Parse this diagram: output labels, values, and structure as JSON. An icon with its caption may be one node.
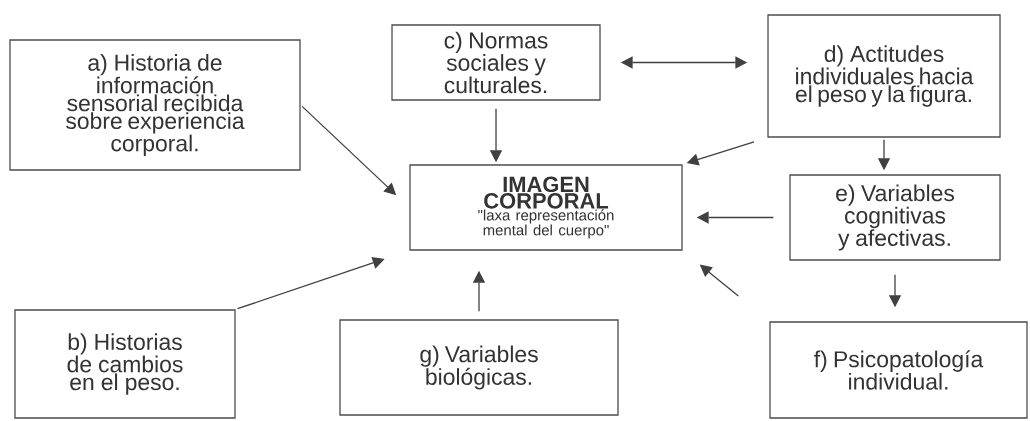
{
  "diagram": {
    "nodes": [
      {
        "text": [
          "a) Historia de información sensorial recibida sobre experiencia corporal."
        ]
      },
      {
        "text": [
          "c) Normas sociales y culturales."
        ]
      },
      {
        "text": [
          "d) Actitudes individuales hacia el peso y la figura."
        ]
      },
      {
        "text": [
          "IMAGEN CORPORAL",
          "\"laxa representación mental del cuerpo\""
        ]
      },
      {
        "text": [
          "e) Variables cognitivas y afectivas."
        ]
      },
      {
        "text": [
          "b) Historias de cambios en el peso."
        ]
      },
      {
        "text": [
          "g) Variables biológicas."
        ]
      },
      {
        "text": [
          "f) Psicopatología individual."
        ]
      }
    ],
    "edges": [
      {
        "from": 0,
        "to": 3,
        "arrow": "to"
      },
      {
        "from": 1,
        "to": 3,
        "arrow": "to"
      },
      {
        "from": 2,
        "to": 3,
        "arrow": "to"
      },
      {
        "from": 2,
        "to": 4,
        "arrow": "to"
      },
      {
        "from": 4,
        "to": 3,
        "arrow": "to"
      },
      {
        "from": 4,
        "to": 7,
        "arrow": "to"
      },
      {
        "from": 5,
        "to": 3,
        "arrow": "to"
      },
      {
        "from": 6,
        "to": 3,
        "arrow": "to"
      },
      {
        "from": 7,
        "to": 3,
        "arrow": "to"
      },
      {
        "from": 1,
        "to": 2,
        "arrow": "both"
      }
    ]
  }
}
